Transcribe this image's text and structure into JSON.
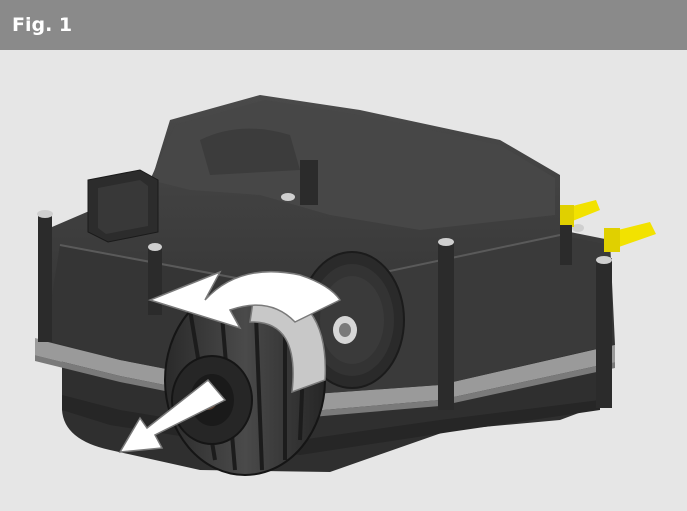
{
  "figure": {
    "title": "Fig. 1"
  },
  "colors": {
    "header_bg": "#8a8a8a",
    "header_text": "#ffffff",
    "canvas_bg": "#e6e6e6",
    "housing": "#3a3a3a",
    "connector": "#f2e200",
    "arrow": "#ffffff"
  },
  "illustration": {
    "subject": "pump-module-with-filter-cap",
    "rotation_arrow": "counter-clockwise",
    "pull_arrow": "outward"
  }
}
